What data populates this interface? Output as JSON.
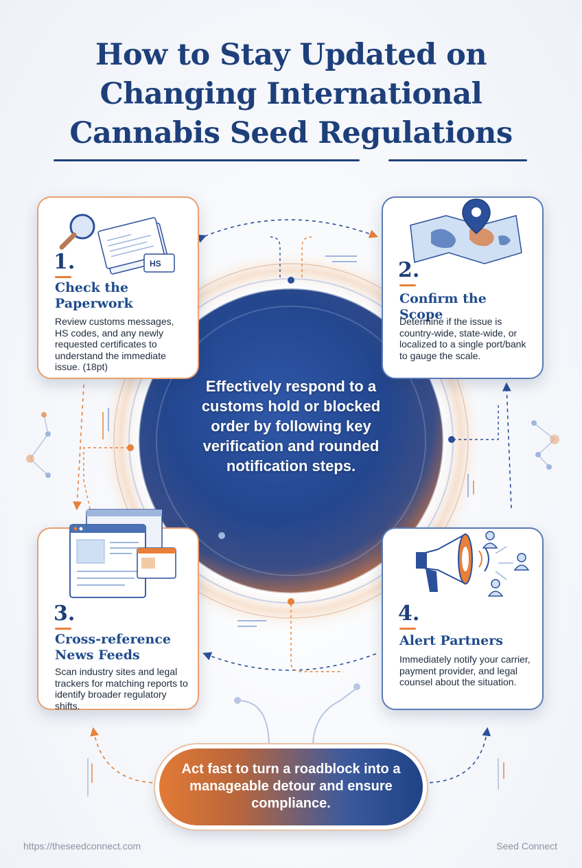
{
  "title": {
    "line1": "How to Stay Updated on",
    "line2": "Changing International",
    "line3": "Cannabis Seed Regulations"
  },
  "center": {
    "text": "Effectively respond to a customs hold or blocked order by following key verification and rounded notification steps."
  },
  "steps": [
    {
      "number": "1.",
      "title": "Check the Paperwork",
      "body": "Review customs messages, HS codes, and any newly requested certificates to understand the immediate issue. (18pt)",
      "icon": "documents-magnifier-icon",
      "icon_label": "HS"
    },
    {
      "number": "2.",
      "title": "Confirm the Scope",
      "body": "Determine if the issue is country-wide, state-wide, or localized to a single port/bank to gauge the scale.",
      "icon": "map-pin-icon"
    },
    {
      "number": "3.",
      "title": "Cross-reference News Feeds",
      "body": "Scan industry sites and legal trackers for matching reports to identify broader regulatory shifts.",
      "icon": "browser-windows-icon"
    },
    {
      "number": "4.",
      "title": "Alert Partners",
      "body": "Immediately notify your carrier, payment provider, and legal counsel about the situation.",
      "icon": "megaphone-icon"
    }
  ],
  "callout": {
    "text": "Act fast to turn a roadblock into a manageable detour and ensure compliance."
  },
  "footer": {
    "url": "https://theseedconnect.com",
    "brand": "Seed Connect"
  },
  "colors": {
    "navy": "#1d3f7a",
    "orange": "#e8803a",
    "blue": "#2b4f9a"
  }
}
